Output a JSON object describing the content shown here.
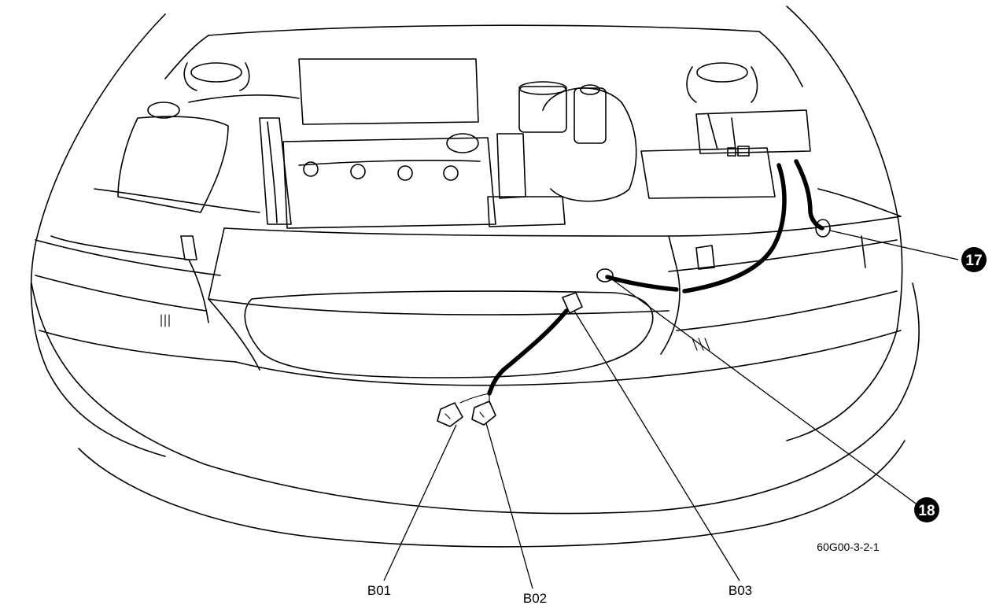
{
  "figure_code": "60G00-3-2-1",
  "callouts": [
    {
      "id": "c17",
      "number": "17"
    },
    {
      "id": "c18",
      "number": "18"
    }
  ],
  "connectors": [
    {
      "id": "b01",
      "label": "B01"
    },
    {
      "id": "b02",
      "label": "B02"
    },
    {
      "id": "b03",
      "label": "B03"
    }
  ],
  "colors": {
    "ink": "#000000",
    "paper": "#ffffff"
  }
}
